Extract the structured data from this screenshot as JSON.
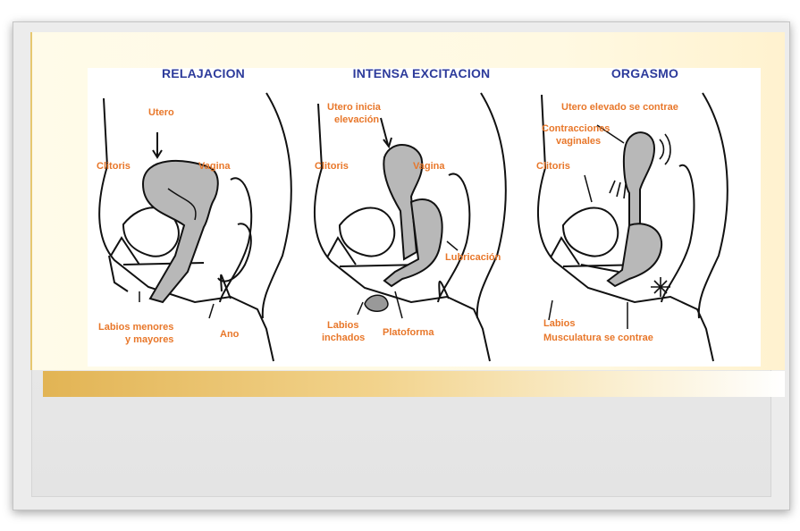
{
  "colors": {
    "title": "#2d3b9b",
    "label": "#e8772a",
    "organ_fill": "#b8b8b8",
    "line": "#111111"
  },
  "panels": [
    {
      "title": "RELAJACION",
      "labels": [
        "Utero",
        "Clitoris",
        "Vagina",
        "Labios menores",
        "y mayores",
        "Ano"
      ]
    },
    {
      "title": "INTENSA EXCITACION",
      "labels": [
        "Utero inicia",
        "elevación",
        "Clitoris",
        "Vagina",
        "Lubricación",
        "Labios",
        "inchados",
        "Platoforma"
      ]
    },
    {
      "title": "ORGASMO",
      "labels": [
        "Utero elevado se contrae",
        "Contracciones",
        "vaginales",
        "Clitoris",
        "Labios",
        "Musculatura se contrae"
      ]
    }
  ]
}
